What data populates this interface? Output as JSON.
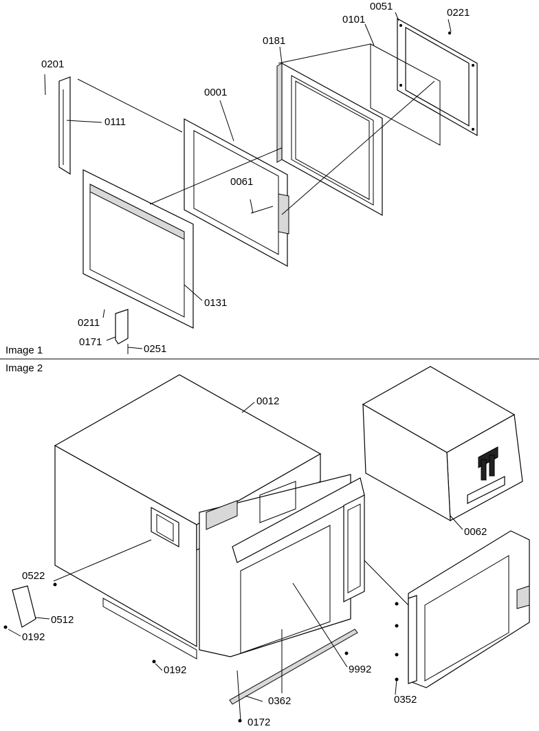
{
  "panels": [
    {
      "title": "Image 1",
      "callouts": [
        "0201",
        "0111",
        "0181",
        "0101",
        "0051",
        "0221",
        "0001",
        "0061",
        "0131",
        "0211",
        "0171",
        "0251"
      ]
    },
    {
      "title": "Image 2",
      "callouts": [
        "0012",
        "0062",
        "0522",
        "0512",
        "0192",
        "0192",
        "9992",
        "0362",
        "0352",
        "0172"
      ]
    }
  ]
}
